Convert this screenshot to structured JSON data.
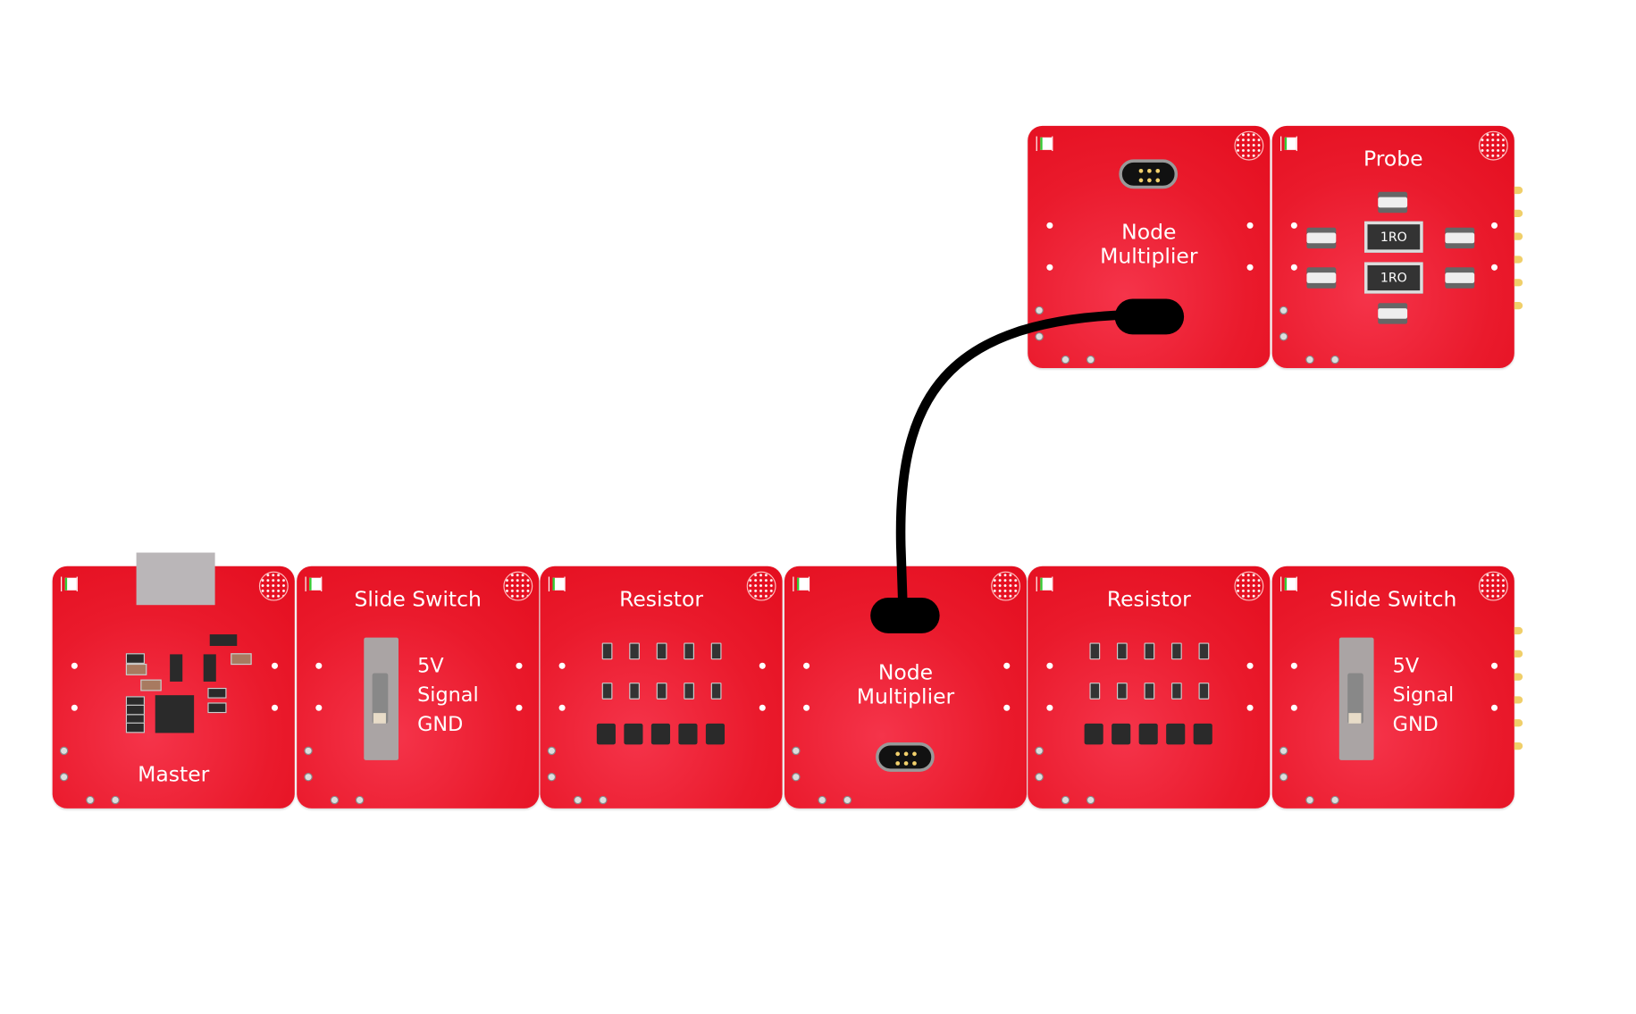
{
  "canvas": {
    "boards": [
      {
        "id": "master",
        "type": "master",
        "title": "Master",
        "row": "bottom",
        "slot": 0
      },
      {
        "id": "slide-switch-1",
        "type": "slide",
        "title": "Slide Switch",
        "labels": [
          "5V",
          "Signal",
          "GND"
        ],
        "row": "bottom",
        "slot": 1
      },
      {
        "id": "resistor-1",
        "type": "resistor",
        "title": "Resistor",
        "row": "bottom",
        "slot": 2
      },
      {
        "id": "node-multiplier-1",
        "type": "node",
        "title": [
          "Node",
          "Multiplier"
        ],
        "row": "bottom",
        "slot": 3
      },
      {
        "id": "resistor-2",
        "type": "resistor",
        "title": "Resistor",
        "row": "bottom",
        "slot": 4
      },
      {
        "id": "slide-switch-2",
        "type": "slide",
        "title": "Slide Switch",
        "labels": [
          "5V",
          "Signal",
          "GND"
        ],
        "row": "bottom",
        "slot": 5,
        "pins": true
      },
      {
        "id": "node-multiplier-2",
        "type": "node-top",
        "title": [
          "Node",
          "Multiplier"
        ],
        "row": "top",
        "slot": 4
      },
      {
        "id": "probe",
        "type": "probe",
        "title": "Probe",
        "resistor_labels": [
          "1RO",
          "1RO"
        ],
        "row": "top",
        "slot": 5,
        "pins": true
      }
    ],
    "cable": {
      "from": "node-multiplier-1",
      "to": "node-multiplier-2",
      "color": "#000000"
    },
    "colors": {
      "board": "#e8192c",
      "pin": "#f0cf6a"
    }
  }
}
